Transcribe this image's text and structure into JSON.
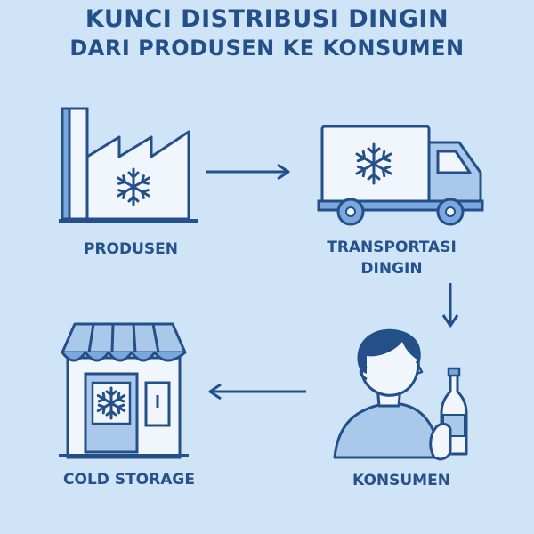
{
  "title": {
    "line1": "KUNCI DISTRIBUSI DINGIN",
    "line2": "DARI PRODUSEN KE KONSUMEN"
  },
  "steps": {
    "producer": "PRODUSEN",
    "transport_line1": "TRANSPORTASI",
    "transport_line2": "DINGIN",
    "consumer": "KONSUMEN",
    "storage": "COLD STORAGE"
  },
  "colors": {
    "background": "#cfe4f7",
    "outline": "#24508a",
    "fill_light": "#f1f6fc",
    "fill_mid": "#a9c8ea",
    "fill_blue": "#7aa7dd"
  },
  "icons": [
    "factory-icon",
    "truck-icon",
    "person-bottle-icon",
    "store-icon",
    "snowflake-icon",
    "arrow-right-icon",
    "arrow-down-icon",
    "arrow-left-icon"
  ]
}
